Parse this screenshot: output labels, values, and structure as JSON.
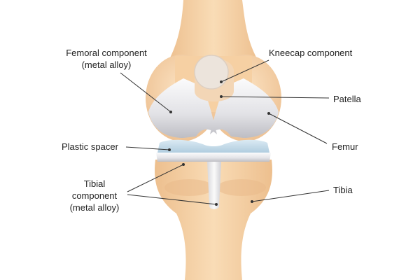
{
  "labels": {
    "femoral_component_line1": "Femoral component",
    "femoral_component_line2": "(metal alloy)",
    "kneecap_component": "Kneecap component",
    "patella": "Patella",
    "plastic_spacer": "Plastic spacer",
    "femur": "Femur",
    "tibial_component_line1": "Tibial",
    "tibial_component_line2": "component",
    "tibial_component_line3": "(metal alloy)",
    "tibia": "Tibia"
  },
  "colors": {
    "bone": "#f6d3a8",
    "bone_shadow": "#e8b987",
    "metal": "#e6e6e8",
    "metal_shadow": "#b9b9bf",
    "plastic": "#c5dcea",
    "leader": "#333333"
  }
}
